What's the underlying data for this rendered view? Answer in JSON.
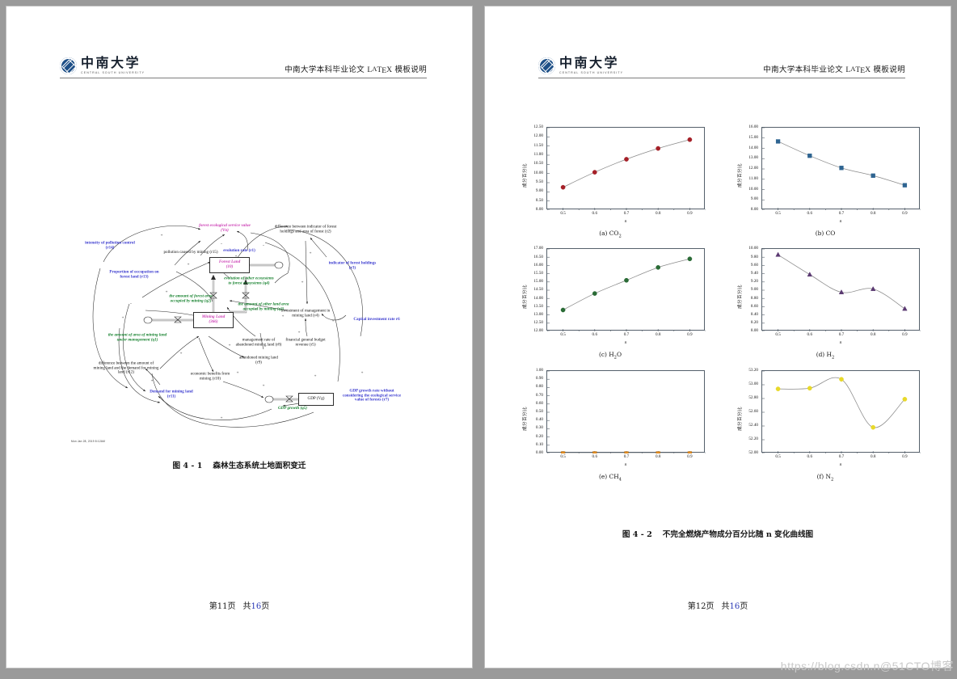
{
  "viewer": {
    "background": "#9a9a9a",
    "watermark": "https://blog.csdn.n@51CTO博客"
  },
  "header": {
    "logo_cn": "中南大学",
    "logo_en": "CENTRAL SOUTH UNIVERSITY",
    "title_prefix": "中南大学本科毕业论文 ",
    "latex_L": "L",
    "latex_A": "A",
    "latex_T": "T",
    "latex_E": "E",
    "latex_X": "X",
    "title_suffix": " 模板说明"
  },
  "pages": [
    {
      "id": "page-left",
      "footer_pre": "第",
      "footer_page": "11",
      "footer_mid": "页",
      "footer_total_pre": "共",
      "footer_total": "16",
      "footer_suffix": "页",
      "figure": {
        "caption_num": "图 4 - 1",
        "caption_text": "森林生态系统土地面积变迁",
        "timestamp": "Mon Jan 28, 2019 8:12AM"
      }
    },
    {
      "id": "page-right",
      "footer_pre": "第",
      "footer_page": "12",
      "footer_mid": "页",
      "footer_total_pre": "共",
      "footer_total": "16",
      "footer_suffix": "页",
      "figure": {
        "caption_num": "图 4 - 2",
        "caption_text": "不完全燃烧产物成分百分比随 n 变化曲线图"
      }
    }
  ],
  "diagram": {
    "stocks": [
      {
        "label": "Forest Land\n(10)",
        "line1": "Forest Land",
        "line2": "(10)"
      },
      {
        "label": "Mining Land\n(366)",
        "line1": "Mining Land",
        "line2": "(366)"
      },
      {
        "label": "GDP (Vg)",
        "line1": "GDP (Vg)",
        "line2": ""
      }
    ],
    "nodes": [
      {
        "id": "r14",
        "text": "intensity of pollution control (r14)",
        "color": "blue"
      },
      {
        "id": "vn",
        "text": "forest ecological service value (Vn)",
        "color": "magenta"
      },
      {
        "id": "r15",
        "text": "pollution caused by mining (r15)",
        "color": "black"
      },
      {
        "id": "r13",
        "text": "Proportion of occupation on forest land (r13)",
        "color": "blue"
      },
      {
        "id": "q2",
        "text": "the amount of forest area occupied by mining (q2)",
        "color": "green"
      },
      {
        "id": "q3",
        "text": "the amount of other land area occupied by mining (q3)",
        "color": "green"
      },
      {
        "id": "q1",
        "text": "the amount of area of mining land under management (q1)",
        "color": "green"
      },
      {
        "id": "q4",
        "text": "evolution of other ecosystems to forest ecosystems (q4)",
        "color": "green"
      },
      {
        "id": "r1",
        "text": "evolution rate (r1)",
        "color": "blue"
      },
      {
        "id": "r2",
        "text": "difference between indicator of forest holdings and area of forest (r2)",
        "color": "black"
      },
      {
        "id": "r3",
        "text": "indicator of forest holdings (r3)",
        "color": "blue"
      },
      {
        "id": "r4",
        "text": "investment of management in mining land (r4)",
        "color": "black"
      },
      {
        "id": "r6",
        "text": "Capital investment rate r6",
        "color": "blue"
      },
      {
        "id": "r5",
        "text": "financial general budget revenue (r5)",
        "color": "black"
      },
      {
        "id": "r8",
        "text": "management rate of abandoned mining land (r8)",
        "color": "black"
      },
      {
        "id": "r9",
        "text": "abandoned mining land (r9)",
        "color": "black"
      },
      {
        "id": "r12",
        "text": "difference between the amount of mining land and the demand for mining land (r12)",
        "color": "black"
      },
      {
        "id": "r10",
        "text": "economic benefits from mining (r10)",
        "color": "black"
      },
      {
        "id": "r11",
        "text": "Demand for mining land (r11)",
        "color": "blue"
      },
      {
        "id": "q5",
        "text": "GDP growth (q5)",
        "color": "green"
      },
      {
        "id": "r7",
        "text": "GDP growth rate without considering the ecological service value of forests (r7)",
        "color": "blue"
      }
    ],
    "signs": [
      "+",
      "-"
    ]
  },
  "chart_data": [
    {
      "id": "a",
      "type": "line",
      "title": "(a) CO2",
      "subcap_prefix": "(a) CO",
      "subcap_sub": "2",
      "xlabel": "n",
      "ylabel": "成分百分比",
      "x": [
        0.5,
        0.6,
        0.7,
        0.8,
        0.9
      ],
      "xticklabels": [
        "0.5",
        "0.6",
        "0.7",
        "0.8",
        "0.9"
      ],
      "values": [
        9.25,
        10.07,
        10.78,
        11.37,
        11.85
      ],
      "ylim": [
        8.0,
        12.5
      ],
      "yticks": [
        8.0,
        8.5,
        9.0,
        9.5,
        10.0,
        10.5,
        11.0,
        11.5,
        12.0,
        12.5
      ],
      "yticklabels": [
        "8.00",
        "8.50",
        "9.00",
        "9.50",
        "10.00",
        "10.50",
        "11.00",
        "11.50",
        "12.00",
        "12.50"
      ],
      "xlim": [
        0.45,
        0.95
      ],
      "color": "#a52028",
      "marker": "circle"
    },
    {
      "id": "b",
      "type": "line",
      "title": "(b) CO",
      "subcap_prefix": "(b) CO",
      "subcap_sub": "",
      "xlabel": "n",
      "ylabel": "成分百分比",
      "x": [
        0.5,
        0.6,
        0.7,
        0.8,
        0.9
      ],
      "xticklabels": [
        "0.5",
        "0.6",
        "0.7",
        "0.8",
        "0.9"
      ],
      "values": [
        14.67,
        13.28,
        12.1,
        11.35,
        10.42
      ],
      "ylim": [
        8.0,
        16.0
      ],
      "yticks": [
        8.0,
        9.0,
        10.0,
        11.0,
        12.0,
        13.0,
        14.0,
        15.0,
        16.0
      ],
      "yticklabels": [
        "8.00",
        "9.00",
        "10.00",
        "11.00",
        "12.00",
        "13.00",
        "14.00",
        "15.00",
        "16.00"
      ],
      "xlim": [
        0.45,
        0.95
      ],
      "color": "#2e6491",
      "marker": "square"
    },
    {
      "id": "c",
      "type": "line",
      "title": "(c) H2O",
      "subcap_prefix": "(c) H",
      "subcap_sub": "2",
      "subcap_suffix": "O",
      "xlabel": "n",
      "ylabel": "成分百分比",
      "x": [
        0.5,
        0.6,
        0.7,
        0.8,
        0.9
      ],
      "xticklabels": [
        "0.5",
        "0.6",
        "0.7",
        "0.8",
        "0.9"
      ],
      "values": [
        13.3,
        14.3,
        15.1,
        15.88,
        16.4
      ],
      "ylim": [
        12.0,
        17.0
      ],
      "yticks": [
        12.0,
        12.5,
        13.0,
        13.5,
        14.0,
        14.5,
        15.0,
        15.5,
        16.0,
        16.5,
        17.0
      ],
      "yticklabels": [
        "12.00",
        "12.50",
        "13.00",
        "13.50",
        "14.00",
        "14.50",
        "15.00",
        "15.50",
        "16.00",
        "16.50",
        "17.00"
      ],
      "xlim": [
        0.45,
        0.95
      ],
      "color": "#2a6b36",
      "marker": "circle"
    },
    {
      "id": "d",
      "type": "line",
      "title": "(d) H2",
      "subcap_prefix": "(d) H",
      "subcap_sub": "2",
      "xlabel": "n",
      "ylabel": "成分百分比",
      "x": [
        0.5,
        0.6,
        0.7,
        0.8,
        0.9
      ],
      "xticklabels": [
        "0.5",
        "0.6",
        "0.7",
        "0.8",
        "0.9"
      ],
      "values": [
        9.86,
        9.38,
        8.95,
        9.03,
        8.55
      ],
      "ylim": [
        8.0,
        10.0
      ],
      "yticks": [
        8.0,
        8.2,
        8.4,
        8.6,
        8.8,
        9.0,
        9.2,
        9.4,
        9.6,
        9.8,
        10.0
      ],
      "yticklabels": [
        "8.00",
        "8.20",
        "8.40",
        "8.60",
        "8.80",
        "9.00",
        "9.20",
        "9.40",
        "9.60",
        "9.80",
        "10.00"
      ],
      "xlim": [
        0.45,
        0.95
      ],
      "color": "#5b3a72",
      "marker": "triangle"
    },
    {
      "id": "e",
      "type": "line",
      "title": "(e) CH4",
      "subcap_prefix": "(e) CH",
      "subcap_sub": "4",
      "xlabel": "n",
      "ylabel": "成分百分比",
      "x": [
        0.5,
        0.6,
        0.7,
        0.8,
        0.9
      ],
      "xticklabels": [
        "0.5",
        "0.6",
        "0.7",
        "0.8",
        "0.9"
      ],
      "values": [
        0.0,
        0.0,
        0.0,
        0.0,
        0.0
      ],
      "ylim": [
        0.0,
        1.0
      ],
      "yticks": [
        0.0,
        0.1,
        0.2,
        0.3,
        0.4,
        0.5,
        0.6,
        0.7,
        0.8,
        0.9,
        1.0
      ],
      "yticklabels": [
        "0.00",
        "0.10",
        "0.20",
        "0.30",
        "0.40",
        "0.50",
        "0.60",
        "0.70",
        "0.80",
        "0.90",
        "1.00"
      ],
      "xlim": [
        0.45,
        0.95
      ],
      "color": "#e08a20",
      "marker": "square"
    },
    {
      "id": "f",
      "type": "line",
      "title": "(f) N2",
      "subcap_prefix": "(f) N",
      "subcap_sub": "2",
      "xlabel": "n",
      "ylabel": "成分百分比",
      "x": [
        0.5,
        0.6,
        0.7,
        0.8,
        0.9
      ],
      "xticklabels": [
        "0.5",
        "0.6",
        "0.7",
        "0.8",
        "0.9"
      ],
      "values": [
        52.94,
        52.95,
        53.08,
        52.38,
        52.79
      ],
      "ylim": [
        52.0,
        53.2
      ],
      "yticks": [
        52.0,
        52.2,
        52.4,
        52.6,
        52.8,
        53.0,
        53.2
      ],
      "yticklabels": [
        "52.00",
        "52.20",
        "52.40",
        "52.60",
        "52.80",
        "53.00",
        "53.20"
      ],
      "xlim": [
        0.45,
        0.95
      ],
      "color": "#e8d92a",
      "marker": "circle"
    }
  ]
}
